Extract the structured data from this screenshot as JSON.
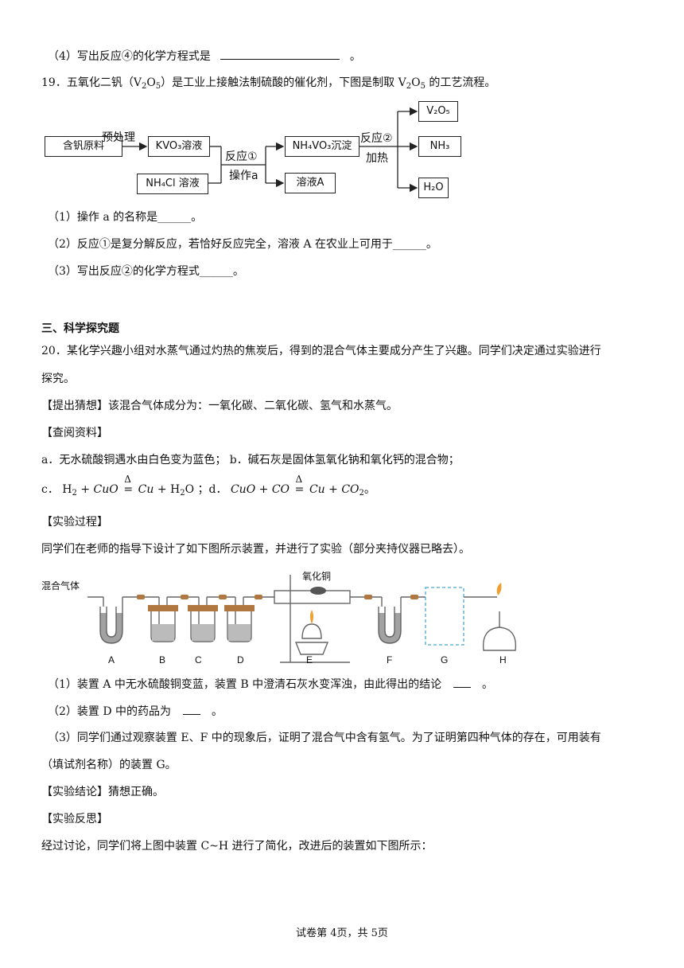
{
  "q18": {
    "p4_prefix": "（4）写出反应④的化学方程式是",
    "p4_suffix": "。"
  },
  "q19": {
    "stem_a": "19．五氧化二钒（V",
    "stem_b": "O",
    "stem_c": "）是工业上接触法制硫酸的催化剂，下图是制取 V",
    "stem_d": "O",
    "stem_e": " 的工艺流程。",
    "sub2": "2",
    "sub5": "5",
    "flow": {
      "raw": "含钒原料",
      "pretreat": "预处理",
      "kvo3": "KVO₃溶液",
      "nh4cl": "NH₄Cl 溶液",
      "reaction1": "反应①",
      "op_a": "操作a",
      "nh4vo3": "NH₄VO₃沉淀",
      "solA": "溶液A",
      "reaction2": "反应②",
      "heat": "加热",
      "v2o5": "V₂O₅",
      "nh3": "NH₃",
      "h2o": "H₂O"
    },
    "p1": "（1）操作 a 的名称是______。",
    "p2": "（2）反应①是复分解反应，若恰好反应完全，溶液 A 在农业上可用于______。",
    "p3": "（3）写出反应②的化学方程式______。"
  },
  "section3": {
    "title": "三、科学探究题"
  },
  "q20": {
    "stem1": "20．某化学兴趣小组对水蒸气通过灼热的焦炭后，得到的混合气体主要成分产生了兴趣。同学们决定通过实验进行",
    "stem2": "探究。",
    "guess": "【提出猜想】该混合气体成分为：一氧化碳、二氧化碳、氢气和水蒸气。",
    "lookup_title": "【查阅资料】",
    "info_a": "a．无水硫酸铜遇水由白色变为蓝色；  b．碱石灰是固体氢氧化钠和氧化钙的混合物；",
    "info_c_prefix": "c．",
    "eq1_a": "H",
    "eq1_b": " + ",
    "eq1_c": "CuO",
    "eq1_d": "Cu",
    "eq1_e": " + H",
    "eq1_f": "O",
    "sep": "；d．",
    "eq2_a": "CuO",
    "eq2_b": " + ",
    "eq2_c": "CO",
    "eq2_d": "Cu",
    "eq2_e": " + ",
    "eq2_f": "CO",
    "end": "。",
    "delta": "Δ",
    "process_title": "【实验过程】",
    "process_text": "同学们在老师的指导下设计了如下图所示装置，并进行了实验（部分夹持仪器已略去）。",
    "apparatus": {
      "mixed_gas": "混合气体",
      "cuo": "氧化铜",
      "labels": [
        "A",
        "B",
        "C",
        "D",
        "E",
        "F",
        "G",
        "H"
      ]
    },
    "p1_prefix": "（1）装置 A 中无水硫酸铜变蓝，装置 B 中澄清石灰水变浑浊，由此得出的结论",
    "p1_suffix": "。",
    "p2_prefix": "（2）装置 D 中的药品为",
    "p2_suffix": "。",
    "p3": "（3）同学们通过观察装置 E、F 中的现象后，证明了混合气中含有氢气。为了证明第四种气体的存在，可用装有",
    "p3b": "（填试剂名称）的装置 G。",
    "conclusion": "【实验结论】猜想正确。",
    "reflect_title": "【实验反思】",
    "reflect_text": "经过讨论，同学们将上图中装置 C~H 进行了简化，改进后的装置如下图所示："
  },
  "footer": "试卷第 4页，共 5页"
}
